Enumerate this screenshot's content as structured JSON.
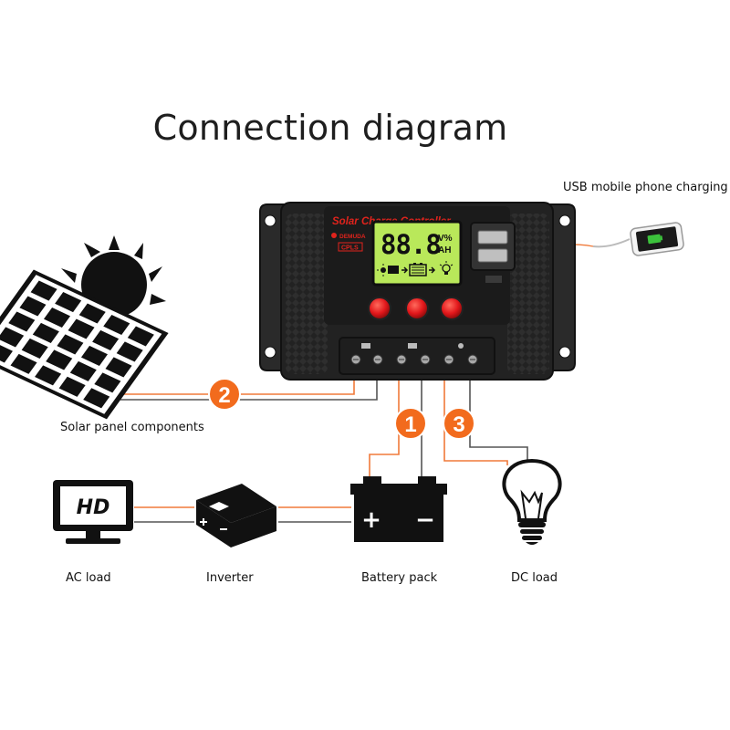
{
  "title": "Connection diagram",
  "controller": {
    "brand_label": "Solar Charge Controller",
    "maker": "DEMUDA",
    "model": "CPLS",
    "lcd_digits": "88.8",
    "lcd_unit_top": "V%",
    "lcd_unit_bottom": "AH"
  },
  "labels": {
    "usb": "USB mobile phone charging",
    "solar": "Solar panel components",
    "ac_load": "AC load",
    "inverter": "Inverter",
    "battery": "Battery pack",
    "dc_load": "DC load"
  },
  "steps": {
    "one": "1",
    "two": "2",
    "three": "3"
  },
  "battery_symbols": {
    "plus": "+",
    "minus": "−"
  },
  "monitor_text": "HD",
  "colors": {
    "wire_orange": "#f07a3a",
    "badge_orange": "#f26b1d",
    "lcd_green": "#b9e85a",
    "brand_red": "#e0231c",
    "button_red": "#e2171b",
    "body_dark": "#2b2b2b"
  }
}
